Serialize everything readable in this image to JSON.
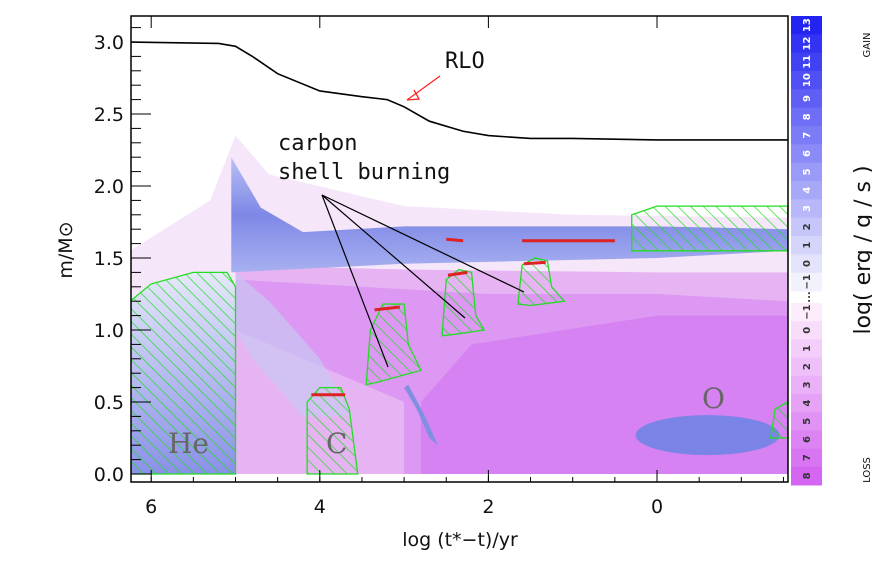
{
  "chart_data": {
    "type": "heatmap",
    "xlabel": "log (t*−t)/yr",
    "ylabel": "m/M⊙",
    "xlim": [
      6.25,
      -1.55
    ],
    "ylim": [
      0,
      3.18
    ],
    "x_ticks": [
      "6",
      "4",
      "2",
      "0"
    ],
    "x_tick_values": [
      6,
      4,
      2,
      0
    ],
    "y_ticks": [
      "0.0",
      "0.5",
      "1.0",
      "1.5",
      "2.0",
      "2.5",
      "3.0"
    ],
    "y_tick_values": [
      0,
      0.5,
      1.0,
      1.5,
      2.0,
      2.5,
      3.0
    ],
    "total_mass_curve": {
      "x": [
        6.25,
        5.2,
        5.0,
        4.8,
        4.5,
        4.0,
        3.5,
        3.2,
        3.0,
        2.7,
        2.3,
        2.0,
        1.5,
        1.0,
        0,
        -1.55
      ],
      "y": [
        3.0,
        2.99,
        2.97,
        2.9,
        2.78,
        2.66,
        2.62,
        2.6,
        2.55,
        2.45,
        2.38,
        2.35,
        2.33,
        2.33,
        2.32,
        2.32
      ]
    },
    "annotations": {
      "rlo": "RLO",
      "carbon_line1": "carbon",
      "carbon_line2": "shell burning",
      "he": "He",
      "c": "C",
      "o": "O"
    },
    "colorbar": {
      "title": "log( erg / g / s )",
      "gain_label": "GAIN",
      "loss_label": "LOSS",
      "gain_ticks": [
        "13",
        "12",
        "11",
        "10",
        "9",
        "8",
        "7",
        "6",
        "5",
        "4",
        "3",
        "2",
        "1",
        "0",
        "−1"
      ],
      "separator": "...",
      "loss_ticks": [
        "−1",
        "0",
        "1",
        "2",
        "3",
        "4",
        "5",
        "6",
        "7",
        "8"
      ],
      "gain_color_max": "#2424f2",
      "gain_color_min": "#f2f2fd",
      "loss_color_min": "#fcecfc",
      "loss_color_max": "#d466f2"
    },
    "colors": {
      "convection_hatch": "#22dd22",
      "burning_edge": "#dd2222",
      "rlo_arrow": "#ff2222"
    }
  }
}
